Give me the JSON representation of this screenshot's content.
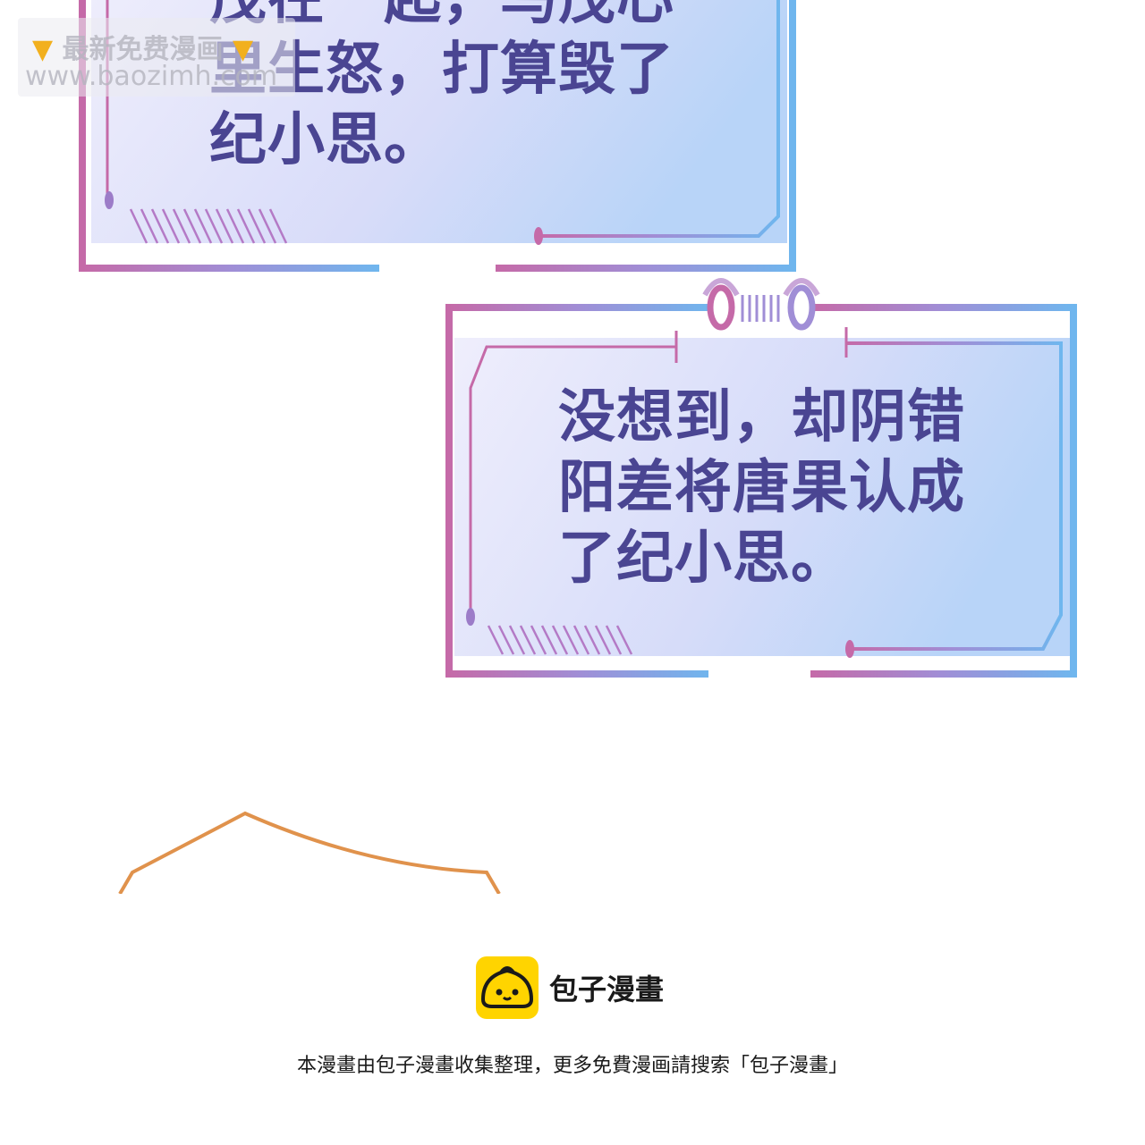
{
  "watermark": {
    "line1": "最新免费漫画",
    "line2": "www.baozimh.com",
    "hand_icon": "pointing-down-hand-icon"
  },
  "panels": [
    {
      "lines": "茂在一起，马茂心\n里生怒，打算毁了\n纪小思。"
    },
    {
      "lines": "没想到，却阴错\n阳差将唐果认成\n了纪小思。"
    }
  ],
  "footer": {
    "brand_name": "包子漫畫",
    "notice": "本漫畫由包子漫畫收集整理，更多免費漫画請搜索「包子漫畫」"
  },
  "colors": {
    "caption_text": "#4a4592",
    "frame_pink": "#c56aa8",
    "frame_blue": "#6fb6ee",
    "panel_fill_left": "#ecebfb",
    "panel_fill_right": "#bcd6f8",
    "next_panel_stroke": "#e0924c",
    "brand_yellow": "#ffd400"
  }
}
